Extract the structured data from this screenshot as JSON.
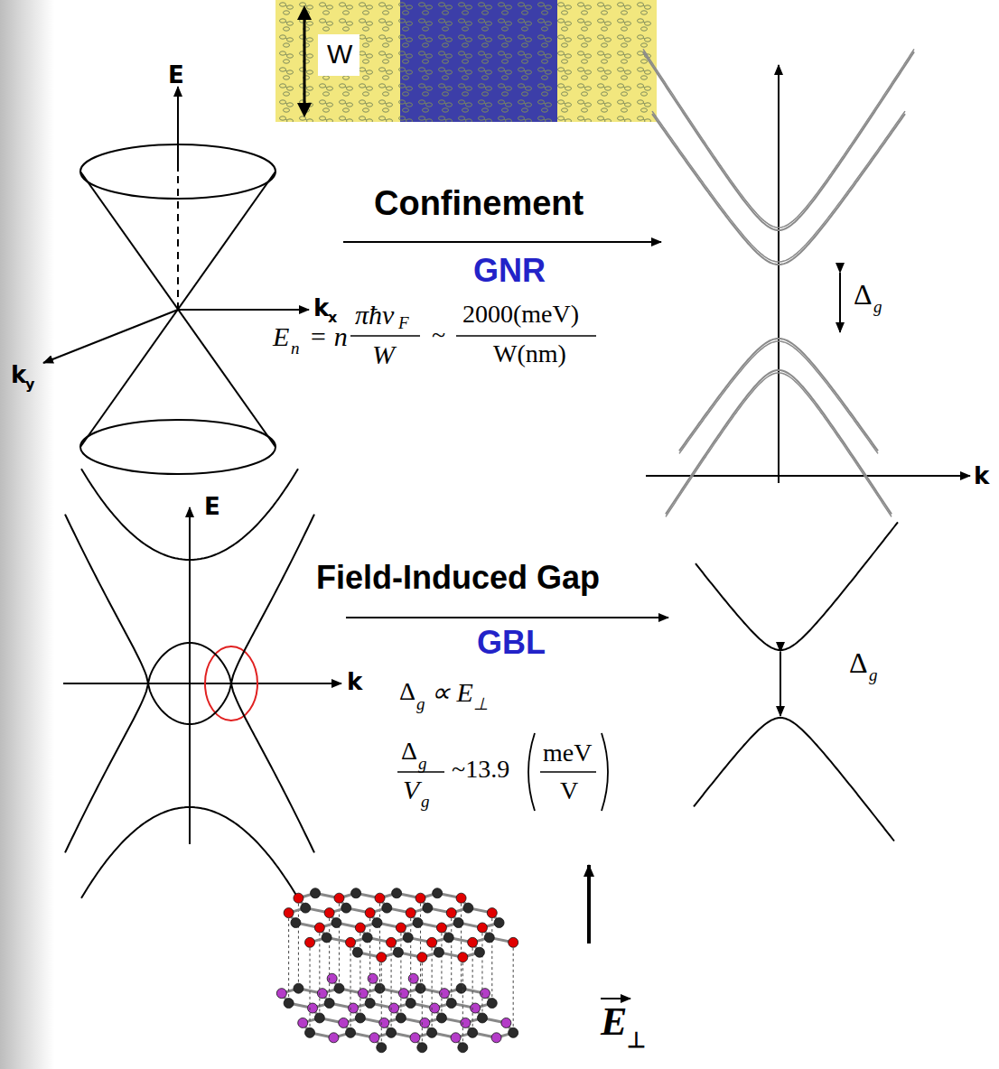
{
  "diagram": {
    "labels": [
      "W",
      "E",
      "k",
      "x",
      "k",
      "y",
      "Confinement",
      "GNR",
      "E",
      "n",
      "= n",
      "πħν",
      "F",
      "W",
      "~",
      "2000(meV)",
      "W(nm)",
      "Δ",
      "g",
      "k",
      "E",
      "k",
      "Field-Induced Gap",
      "GBL",
      "Δ",
      "g",
      "∝ E",
      "⊥",
      "Δ",
      "g",
      "V",
      "g",
      "~13.9",
      "meV",
      "V",
      "Δ",
      "g",
      "E",
      "⊥"
    ]
  }
}
